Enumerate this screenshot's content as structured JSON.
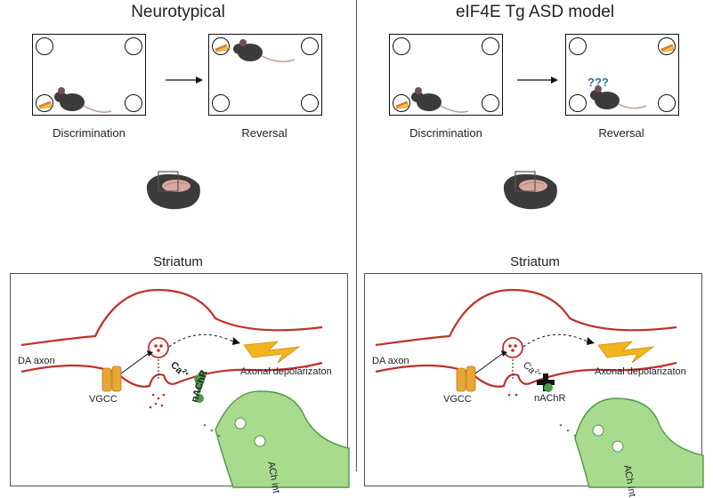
{
  "panels": {
    "left": {
      "title": "Neurotypical",
      "arena1_label": "Discrimination",
      "arena2_label": "Reversal",
      "striatum": "Striatum",
      "da_axon": "DA axon",
      "vgcc": "VGCC",
      "ca": "Ca",
      "ca_sup": "2+",
      "axonal": "Axonal depolarizaton",
      "nachr": "nAChR",
      "ach": "ACh int"
    },
    "right": {
      "title": "eIF4E Tg ASD model",
      "arena1_label": "Discrimination",
      "arena2_label": "Reversal",
      "striatum": "Striatum",
      "da_axon": "DA axon",
      "vgcc": "VGCC",
      "ca": "Ca",
      "ca_sup": "2+",
      "axonal": "Axonal depolarizaton",
      "nachr": "nAChR",
      "ach": "ACh int",
      "confused": "???"
    }
  },
  "colors": {
    "axon": "#c0302c",
    "lightning": "#f2b51d",
    "interneuron": "#a9db8f",
    "interneuron_dark": "#4c9a45",
    "vgcc": "#e8a733",
    "mouse": "#3b3b3b",
    "cheese": "#f5c84a",
    "question": "#2f6fb0"
  }
}
